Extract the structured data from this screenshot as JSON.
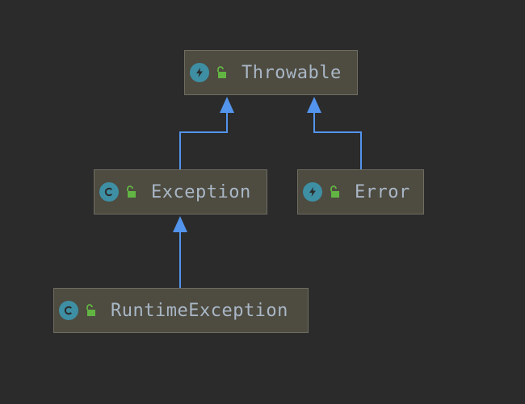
{
  "diagram": {
    "nodes": [
      {
        "id": "throwable",
        "label": "Throwable",
        "kind": "interface",
        "kind_icon": "lightning-bolt-icon",
        "access_icon": "open-lock-icon"
      },
      {
        "id": "exception",
        "label": "Exception",
        "kind": "class",
        "kind_icon": "class-c-icon",
        "access_icon": "open-lock-icon"
      },
      {
        "id": "error",
        "label": "Error",
        "kind": "interface",
        "kind_icon": "lightning-bolt-icon",
        "access_icon": "open-lock-icon"
      },
      {
        "id": "runtime_exception",
        "label": "RuntimeException",
        "kind": "class",
        "kind_icon": "class-c-icon",
        "access_icon": "open-lock-icon"
      }
    ],
    "edges": [
      {
        "from": "exception",
        "to": "throwable",
        "type": "extends"
      },
      {
        "from": "error",
        "to": "throwable",
        "type": "extends"
      },
      {
        "from": "runtime_exception",
        "to": "exception",
        "type": "extends"
      }
    ],
    "colors": {
      "background": "#2b2b2b",
      "node_fill": "#4e4b40",
      "node_border": "#6f6c62",
      "text": "#a9b7c6",
      "edge": "#5394ec",
      "badge": "#3e8fa3",
      "lock": "#62b543"
    }
  }
}
